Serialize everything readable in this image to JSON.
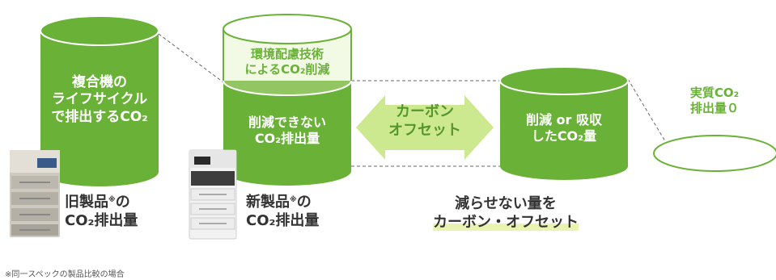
{
  "colors": {
    "green": "#6ab138",
    "dark_green": "#55962a",
    "light_green": "#d9eeb4",
    "highlight": "#eaf3b0"
  },
  "cylinder_old": {
    "text_1": "複合機の",
    "text_2": "ライフサイクル",
    "text_3": "で排出するCO₂"
  },
  "cylinder_new": {
    "reduced_1": "環境配慮技術",
    "reduced_2": "によるCO₂削減",
    "remaining_1": "削減できない",
    "remaining_2": "CO₂排出量"
  },
  "arrow": {
    "text_1": "カーボン",
    "text_2": "オフセット"
  },
  "cylinder_offset": {
    "text_1": "削減 or 吸収",
    "text_2": "したCO₂量"
  },
  "result": {
    "text_1": "実質CO₂",
    "text_2": "排出量０"
  },
  "captions": {
    "old_1": "旧製品",
    "old_mark": "※",
    "old_2": "の",
    "old_3": "CO₂排出量",
    "new_1": "新製品",
    "new_mark": "※",
    "new_2": "の",
    "new_3": "CO₂排出量",
    "offset_1": "減らせない量を",
    "offset_2": "カーボン・オフセット"
  },
  "footnote": "※同一スペックの製品比較の場合"
}
